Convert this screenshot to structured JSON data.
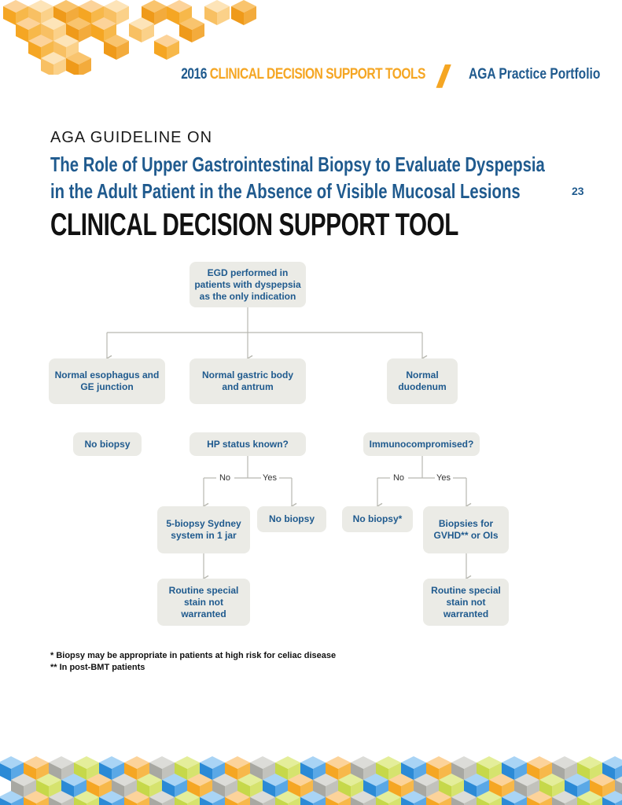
{
  "header": {
    "year": "2016",
    "section": "CLINICAL DECISION SUPPORT TOOLS",
    "portfolio": "AGA Practice Portfolio"
  },
  "kicker": "AGA GUIDELINE ON",
  "title_line1": "The Role of Upper Gastrointestinal Biopsy to Evaluate Dyspepsia",
  "title_line2": "in the Adult Patient in the Absence of Visible Mucosal Lesions",
  "page_number": "23",
  "tool_title": "CLINICAL DECISION SUPPORT TOOL",
  "flowchart": {
    "start": "EGD performed in patients with dyspepsia as the only indication",
    "esophagus": "Normal esophagus and GE junction",
    "gastric": "Normal gastric body and antrum",
    "duodenum": "Normal duodenum",
    "esophagus_result": "No biopsy",
    "hp_question": "HP status known?",
    "immuno_question": "Immunocompromised?",
    "hp_no_label": "No",
    "hp_yes_label": "Yes",
    "im_no_label": "No",
    "im_yes_label": "Yes",
    "sydney": "5-biopsy Sydney system in 1 jar",
    "hp_yes_result": "No biopsy",
    "im_no_result": "No biopsy*",
    "gvhd": "Biopsies for GVHD** or OIs",
    "stain_left": "Routine special stain not warranted",
    "stain_right": "Routine special stain not warranted"
  },
  "footnotes": {
    "note1": "* Biopsy may be appropriate in patients at high risk for celiac disease",
    "note2": "** In post-BMT patients"
  },
  "colors": {
    "brand_blue": "#1f5a8e",
    "accent_orange": "#f5a623",
    "box_fill": "#ebebe6"
  }
}
